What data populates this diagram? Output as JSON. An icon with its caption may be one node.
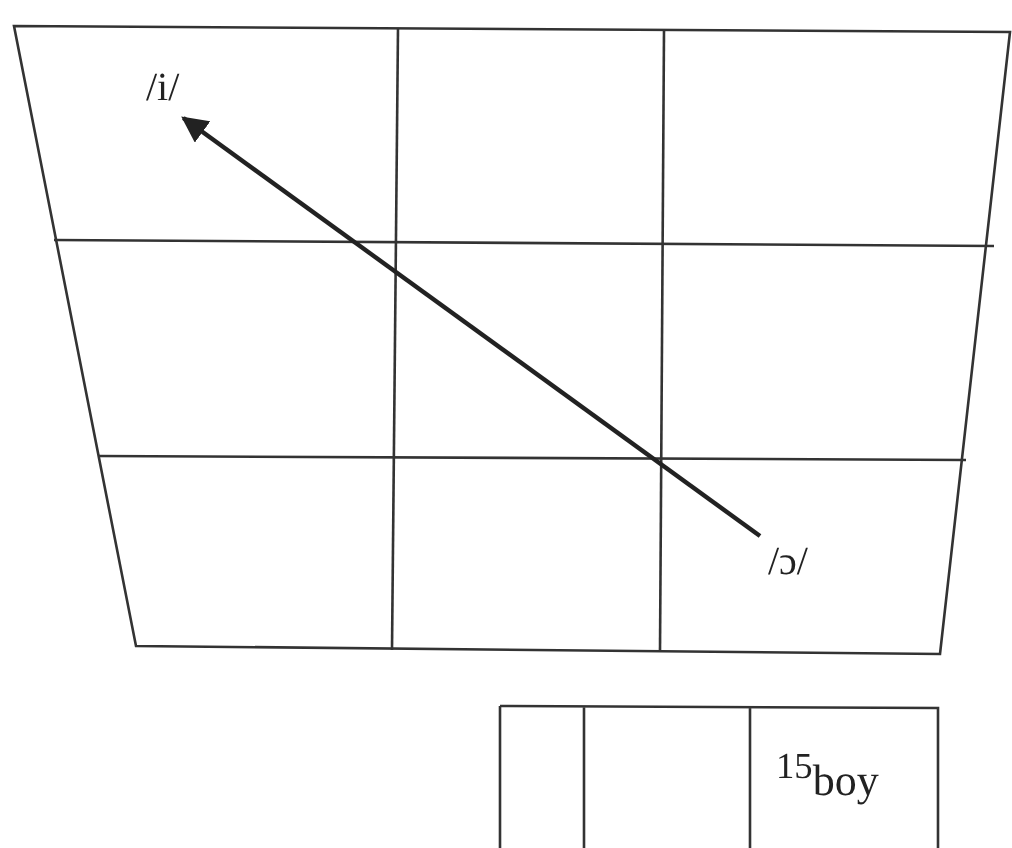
{
  "diagram": {
    "nodes": [
      {
        "text": [
          "/i/"
        ]
      },
      {
        "text": [
          "/ɔ/"
        ]
      }
    ],
    "edges": [
      {
        "from": 1,
        "to": 0,
        "arrow": "to"
      }
    ],
    "labels": [
      "$^{15}$boy"
    ]
  }
}
